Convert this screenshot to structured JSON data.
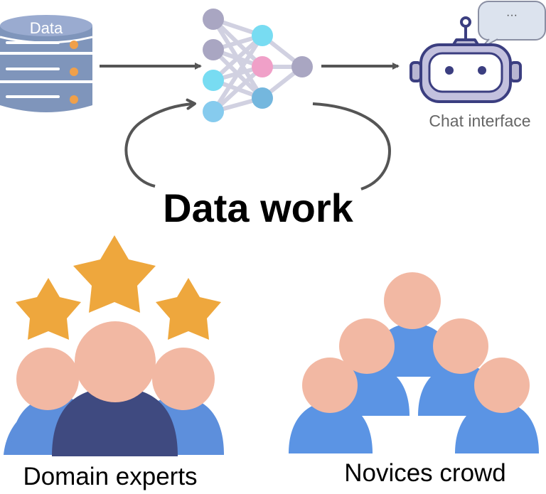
{
  "database": {
    "label": "Data"
  },
  "chat": {
    "label": "Chat interface",
    "bubble_text": "···"
  },
  "loop": {
    "label": "Data work"
  },
  "groups": {
    "experts": {
      "label": "Domain experts"
    },
    "novices": {
      "label": "Novices crowd"
    }
  },
  "colors": {
    "db_fill": "#7f95bb",
    "db_dot": "#f0a04a",
    "arrow": "#555555",
    "node_gray": "#a9a6c2",
    "node_cyan": "#78dcf2",
    "node_pink": "#f0a0c8",
    "node_blue": "#74b7de",
    "robot_outline": "#3b3e80",
    "skin": "#f2b8a3",
    "expert_body": "#5d8fdc",
    "expert_center_body": "#3f4a80",
    "novice_body": "#5b94e4",
    "star": "#eea73d"
  }
}
